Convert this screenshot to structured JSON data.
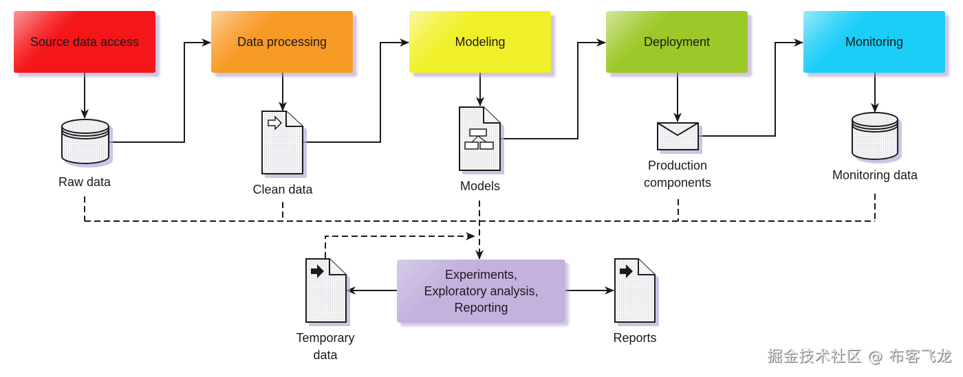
{
  "stages": [
    {
      "label": "Source data access",
      "color": "#f5161a"
    },
    {
      "label": "Data processing",
      "color": "#f79a25"
    },
    {
      "label": "Modeling",
      "color": "#f0f02a"
    },
    {
      "label": "Deployment",
      "color": "#9cc829"
    },
    {
      "label": "Monitoring",
      "color": "#1bcdf7"
    }
  ],
  "artifacts": {
    "raw_data": {
      "label": "Raw data",
      "icon": "database-icon"
    },
    "clean_data": {
      "label": "Clean data",
      "icon": "document-arrow-icon"
    },
    "models": {
      "label": "Models",
      "icon": "document-diagram-icon"
    },
    "production": {
      "line1": "Production",
      "line2": "components",
      "icon": "envelope-icon"
    },
    "monitoring_data": {
      "label": "Monitoring data",
      "icon": "database-icon"
    },
    "temporary": {
      "line1": "Temporary",
      "line2": "data",
      "icon": "document-arrow-icon"
    },
    "reports": {
      "label": "Reports",
      "icon": "document-arrow-icon"
    }
  },
  "exploration": {
    "line1": "Experiments,",
    "line2": "Exploratory analysis,",
    "line3": "Reporting",
    "color": "#c3b2de"
  },
  "watermark": "掘金技术社区 @ 布客飞龙"
}
